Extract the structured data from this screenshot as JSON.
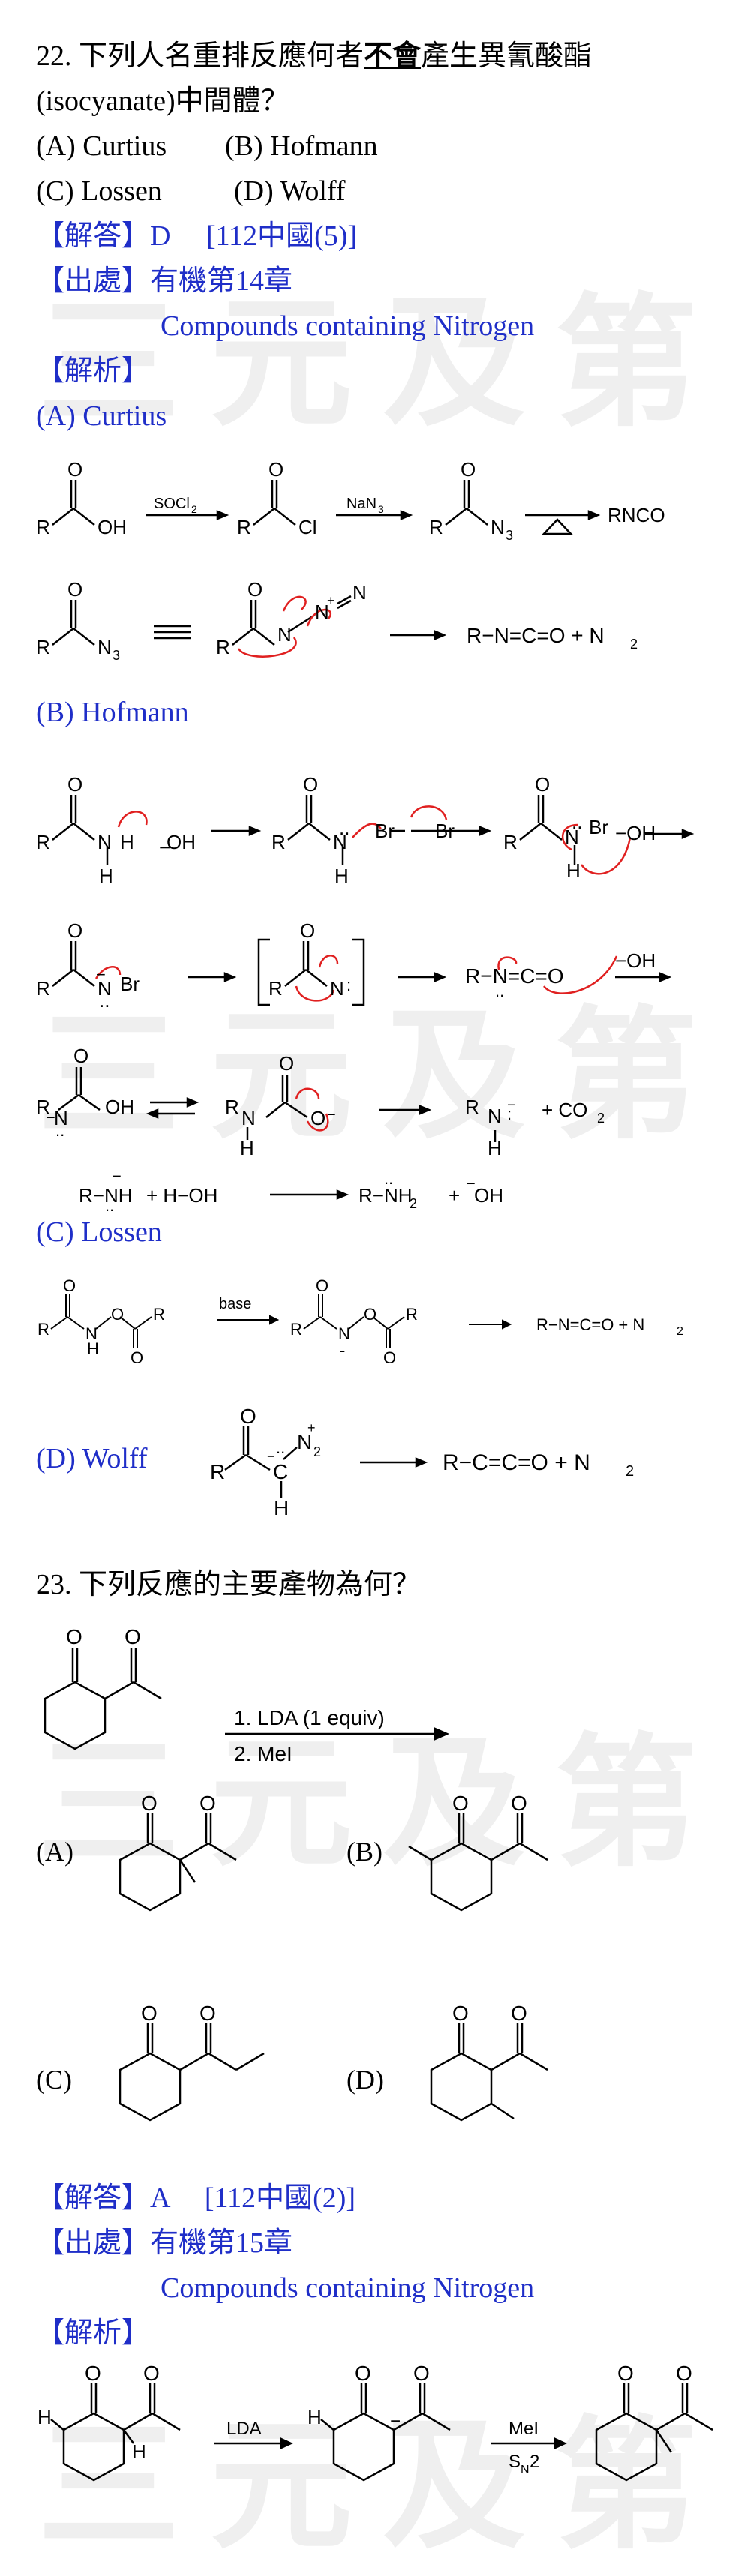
{
  "watermark": "三元及第",
  "q22": {
    "stem_prefix": "22. 下列人名重排反應何者",
    "stem_emph": "不會",
    "stem_suffix": "產生異氰酸酯",
    "stem_line2": "(isocyanate)中間體？",
    "options_row1": [
      "(A) Curtius",
      "(B) Hofmann"
    ],
    "options_row2": [
      "(C) Lossen",
      "(D) Wolff"
    ],
    "answer": "【解答】D　 [112中國(5)]",
    "source": "【出處】有機第14章",
    "source_sub": "Compounds containing Nitrogen",
    "analysis": "【解析】",
    "a_title": "(A) Curtius",
    "b_title": "(B) Hofmann",
    "c_title": "(C) Lossen",
    "d_title": "(D) Wolff"
  },
  "q23": {
    "stem": "23. 下列反應的主要產物為何？",
    "reagent1": "1. LDA (1 equiv)",
    "reagent2": "2. MeI",
    "option_labels": [
      "(A)",
      "(B)",
      "(C)",
      "(D)"
    ],
    "answer": "【解答】A　 [112中國(2)]",
    "source": "【出處】有機第15章",
    "source_sub": "Compounds containing Nitrogen",
    "analysis": "【解析】",
    "step1": "LDA",
    "step2_top": "MeI",
    "step2_bottom": "SN2"
  }
}
